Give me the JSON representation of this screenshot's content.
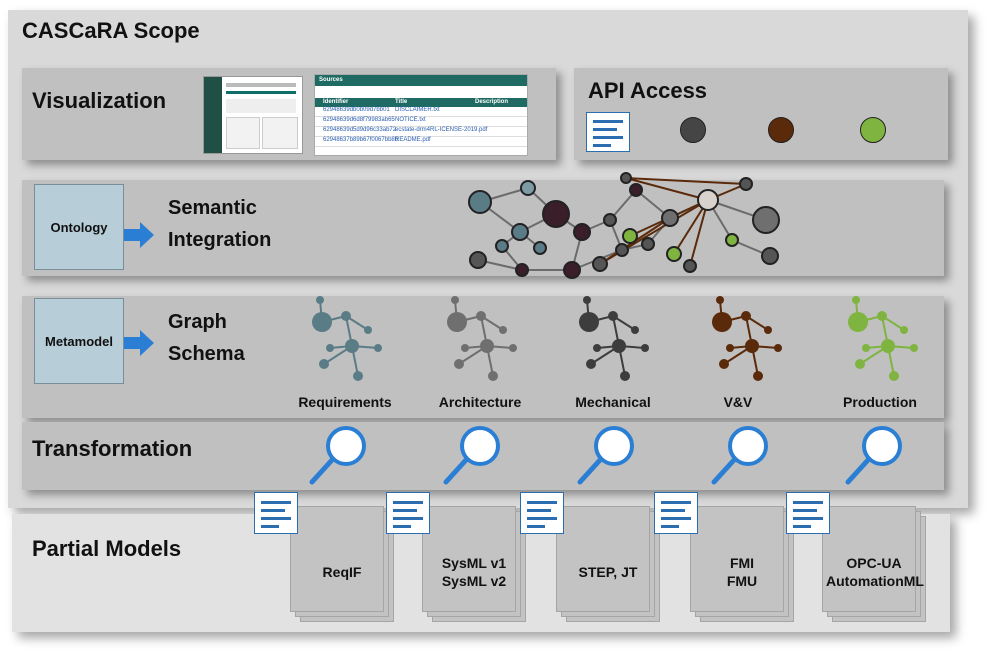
{
  "scope": {
    "title": "CASCaRA Scope"
  },
  "visualization": {
    "title": "Visualization",
    "sources_title": "Sources",
    "columns": [
      "Identifier",
      "Title",
      "Description"
    ],
    "rows": [
      [
        "62948639db0b09d7bb01",
        "DISCLAIMER.txt"
      ],
      [
        "62948639d6d8f79983ab65",
        "NOTICE.txt"
      ],
      [
        "62948639d5d9d96c33ab72",
        "ecstate-drm4RL-ICENSE-2019.pdf"
      ],
      [
        "62948637b89b67f0067bb8b",
        "README.pdf"
      ]
    ]
  },
  "api": {
    "title": "API Access",
    "dots": [
      {
        "name": "dark-gray",
        "color": "#454545"
      },
      {
        "name": "brown",
        "color": "#5a2a0a"
      },
      {
        "name": "green",
        "color": "#7fb441"
      }
    ]
  },
  "semantic": {
    "doc": "Ontology",
    "title_line1": "Semantic",
    "title_line2": "Integration"
  },
  "graph": {
    "doc": "Metamodel",
    "title_line1": "Graph",
    "title_line2": "Schema",
    "schemas": [
      {
        "label": "Requirements",
        "color": "#5a7c86"
      },
      {
        "label": "Architecture",
        "color": "#6f6f6f"
      },
      {
        "label": "Mechanical",
        "color": "#3d3d3d"
      },
      {
        "label": "V&V",
        "color": "#5a2a0a"
      },
      {
        "label": "Production",
        "color": "#7fb441"
      }
    ]
  },
  "transformation": {
    "title": "Transformation"
  },
  "partial": {
    "title": "Partial Models",
    "formats": [
      {
        "line1": "ReqIF",
        "line2": ""
      },
      {
        "line1": "SysML v1",
        "line2": "SysML v2"
      },
      {
        "line1": "STEP, JT",
        "line2": ""
      },
      {
        "line1": "FMI",
        "line2": "FMU"
      },
      {
        "line1": "OPC-UA",
        "line2": "AutomationML"
      }
    ]
  },
  "colors": {
    "accent_blue": "#2a7fd4",
    "doc_fill": "#b7cdd8"
  }
}
